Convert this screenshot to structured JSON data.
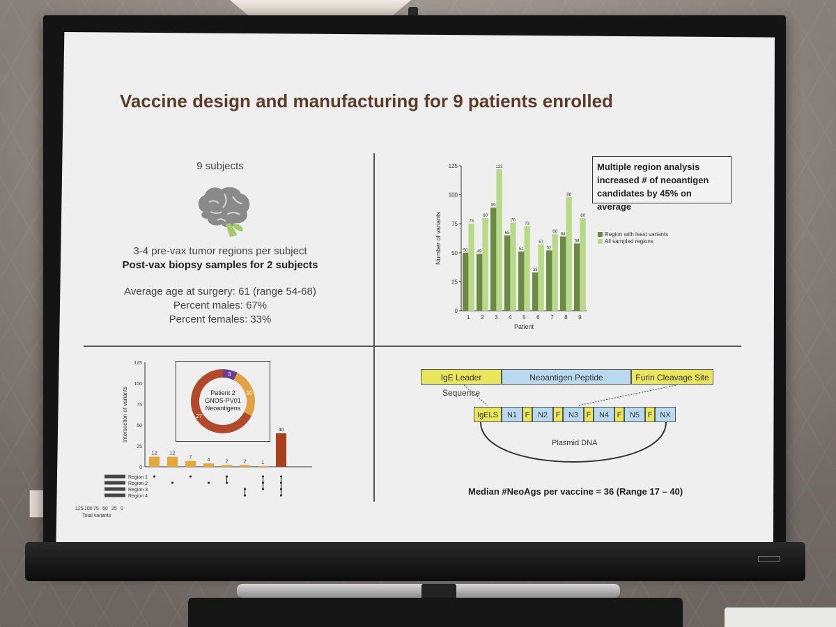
{
  "slide": {
    "title": "Vaccine design and manufacturing for 9 patients enrolled",
    "cohort": {
      "subjects": "9 subjects",
      "regions_line": "3-4 pre-vax tumor regions per subject",
      "biopsy_line": "Post-vax biopsy samples for 2 subjects",
      "age_line": "Average age at surgery: 61 (range 54-68)",
      "males_line": "Percent males: 67%",
      "females_line": "Percent females: 33%",
      "icon": "brain-icon"
    },
    "callout": "Multiple region analysis increased # of neoantigen candidates by 45% on average",
    "vaccine_design": {
      "top_segments": [
        "IgE Leader Sequence",
        "Neoantigen Peptide",
        "Furin Cleavage Site"
      ],
      "plasmid_segments": [
        "IgELS",
        "N1",
        "F",
        "N2",
        "F",
        "N3",
        "F",
        "N4",
        "F",
        "N5",
        "F",
        "NX"
      ],
      "plasmid_label": "Plasmid DNA",
      "median_text": "Median #NeoAgs per vaccine = 36 (Range 17 – 40)"
    },
    "donut": {
      "line1": "Patient 2",
      "line2": "GNOS-PV01",
      "line3": "Neoantigens",
      "values": [
        3,
        10,
        27
      ],
      "colors": [
        "#6a3d8f",
        "#e0a244",
        "#b04a2a"
      ]
    },
    "colors": {
      "dark_green": "#6d8a45",
      "light_green": "#b9d98a",
      "title_brown": "#5b3c28",
      "bar_orange": "#e3a83a",
      "bar_red": "#a8401f",
      "yellow_box": "#e9e55c",
      "blue_box": "#b9d9ee"
    }
  },
  "chart_data": [
    {
      "type": "bar",
      "xlabel": "Patient",
      "ylabel": "Number of variants",
      "ylim": [
        0,
        125
      ],
      "yticks": [
        0,
        25,
        50,
        75,
        100,
        125
      ],
      "categories": [
        "1",
        "2",
        "3",
        "4",
        "5",
        "6",
        "7",
        "8",
        "9"
      ],
      "legend_position": "right",
      "series": [
        {
          "name": "Region with least variants",
          "values": [
            50,
            49,
            89,
            65,
            51,
            33,
            52,
            64,
            58
          ]
        },
        {
          "name": "All sampled regions",
          "values": [
            75,
            80,
            122,
            76,
            73,
            57,
            66,
            98,
            80
          ]
        }
      ]
    },
    {
      "type": "bar",
      "ylabel": "Intersection of variants",
      "ylim": [
        0,
        125
      ],
      "yticks": [
        0,
        25,
        50,
        75,
        100,
        125
      ],
      "values": [
        12,
        12,
        7,
        4,
        2,
        2,
        1,
        40
      ],
      "set_labels": [
        "Region 1",
        "Region 2",
        "Region 3",
        "Region 4"
      ],
      "set_axis_label": "Total variants",
      "set_axis_ticks": [
        "125",
        "100",
        "75",
        "50",
        "25",
        "0"
      ]
    }
  ]
}
